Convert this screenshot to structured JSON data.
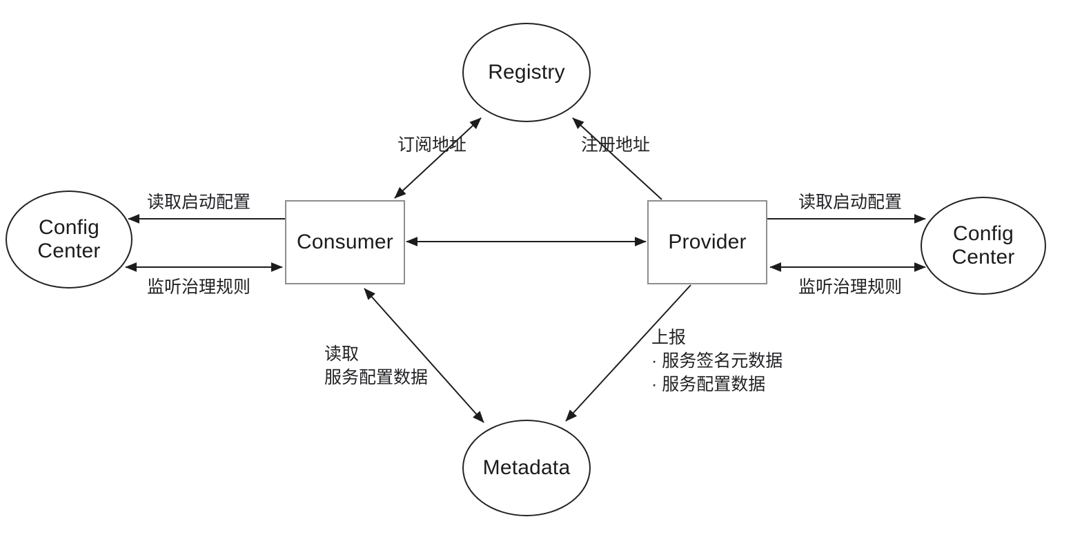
{
  "diagram": {
    "background_color": "#ffffff",
    "arrow_color": "#1c1c1c",
    "ellipse_border_color": "#222222",
    "rect_border_color": "#8d8d8d",
    "text_color": "#1b1b1d"
  },
  "nodes": {
    "registry": {
      "label": "Registry",
      "shape": "ellipse"
    },
    "consumer": {
      "label": "Consumer",
      "shape": "rect"
    },
    "provider": {
      "label": "Provider",
      "shape": "rect"
    },
    "config_center_left": {
      "line1": "Config",
      "line2": "Center",
      "shape": "ellipse"
    },
    "config_center_right": {
      "line1": "Config",
      "line2": "Center",
      "shape": "ellipse"
    },
    "metadata": {
      "label": "Metadata",
      "shape": "ellipse"
    }
  },
  "edges": {
    "consumer_registry": {
      "label": "订阅地址",
      "direction": "bidirectional"
    },
    "provider_registry": {
      "label": "注册地址",
      "direction": "provider-to-registry"
    },
    "consumer_provider": {
      "direction": "bidirectional"
    },
    "consumer_config_read": {
      "label": "读取启动配置",
      "direction": "consumer-to-config-center"
    },
    "consumer_config_listen": {
      "label": "监听治理规则",
      "direction": "bidirectional"
    },
    "provider_config_read": {
      "label": "读取启动配置",
      "direction": "provider-to-config-center"
    },
    "provider_config_listen": {
      "label": "监听治理规则",
      "direction": "bidirectional"
    },
    "consumer_metadata": {
      "line1": "读取",
      "line2": "服务配置数据",
      "direction": "bidirectional"
    },
    "provider_metadata": {
      "title": "上报",
      "items": [
        "· 服务签名元数据",
        "· 服务配置数据"
      ],
      "direction": "provider-to-metadata"
    }
  }
}
